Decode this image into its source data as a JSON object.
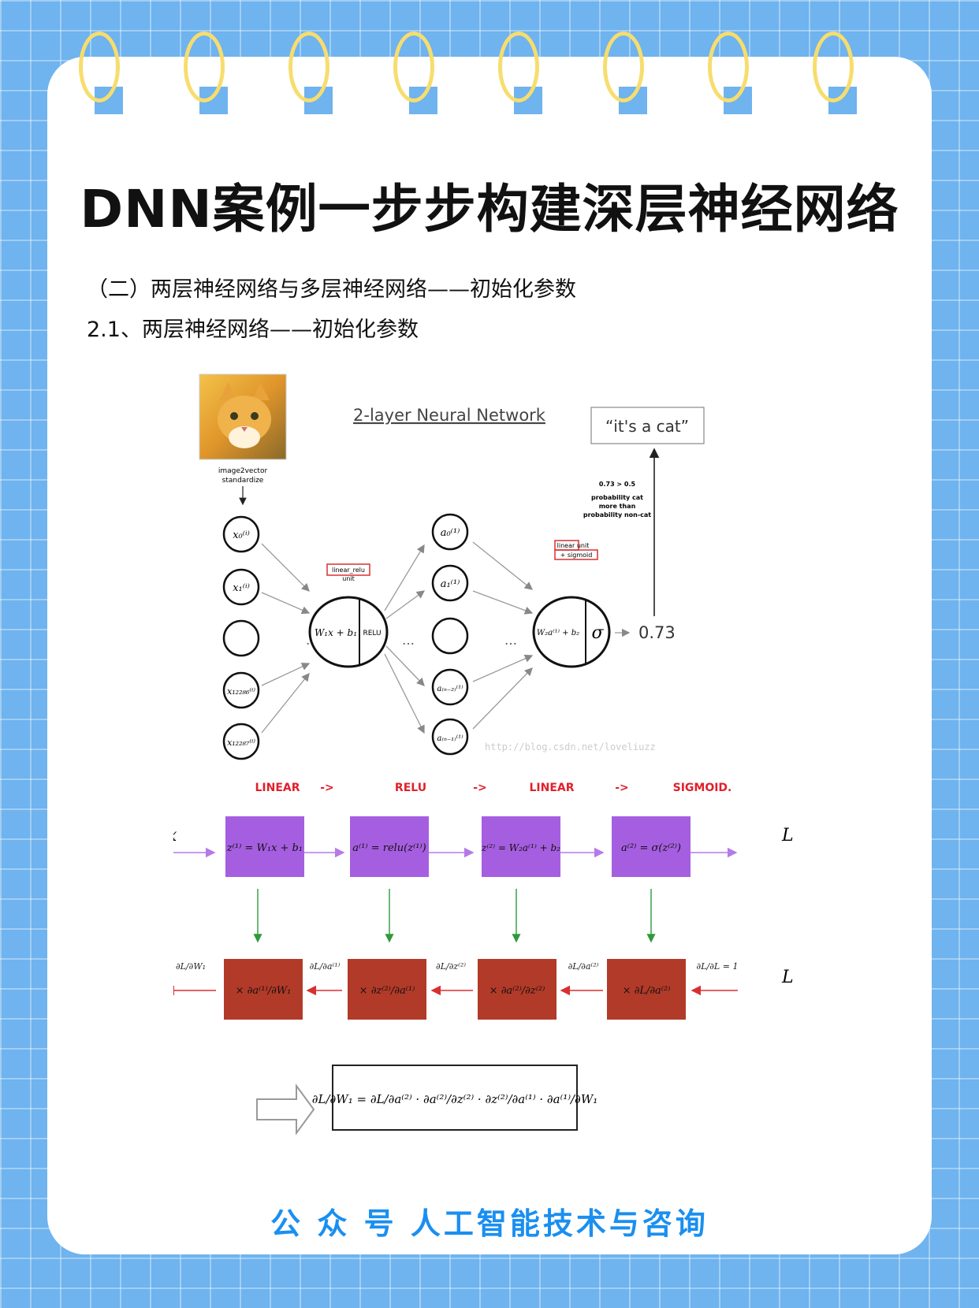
{
  "page": {
    "title": "DNN案例一步步构建深层神经网络",
    "subtitle": "（二）两层神经网络与多层神经网络——初始化参数",
    "subsection": "2.1、两层神经网络——初始化参数",
    "footer": "公 众 号   人工智能技术与咨询"
  },
  "network": {
    "heading": "2-layer Neural Network",
    "prep_label_1": "image2vector",
    "prep_label_2": "standardize",
    "linear_relu_tag_1": "linear_relu",
    "linear_relu_tag_2": "unit",
    "linear_unit_tag": "linear unit",
    "sigmoid_tag": "+ sigmoid",
    "hidden_formula": "W₁x + b₁",
    "relu": "RELU",
    "output_formula": "W₂a⁽¹⁾ + b₂",
    "sigma": "σ",
    "output_value": "0.73",
    "prediction": "“it's a cat”",
    "decision_1": "0.73 > 0.5",
    "decision_2": "probability cat",
    "decision_3": "more than",
    "decision_4": "probability non-cat",
    "watermark": "http://blog.csdn.net/loveliuzz",
    "ellipsis": "…",
    "inputs": [
      "x₀⁽ⁱ⁾",
      "x₁⁽ⁱ⁾",
      "",
      "x₁₂₂₈₆⁽ⁱ⁾",
      "x₁₂₂₈₇⁽ⁱ⁾"
    ],
    "hidden": [
      "a₀⁽¹⁾",
      "a₁⁽¹⁾",
      "",
      "a₍ₙ₋₂₎⁽¹⁾",
      "a₍ₙ₋₁₎⁽¹⁾"
    ]
  },
  "pipeline": {
    "stages": [
      "LINEAR",
      "RELU",
      "LINEAR",
      "SIGMOID."
    ],
    "arrow_text": "->",
    "input_label": "x",
    "loss_label": "L",
    "forward": [
      "z⁽¹⁾ = W₁x + b₁",
      "a⁽¹⁾ = relu(z⁽¹⁾)",
      "z⁽²⁾ = W₂a⁽¹⁾ + b₂",
      "a⁽²⁾ = σ(z⁽²⁾)"
    ],
    "backward": [
      "× ∂a⁽¹⁾/∂W₁",
      "× ∂z⁽²⁾/∂a⁽¹⁾",
      "× ∂a⁽²⁾/∂z⁽²⁾",
      "× ∂L/∂a⁽²⁾"
    ],
    "grads": [
      "∂L/∂W₁",
      "∂L/∂a⁽¹⁾",
      "∂L/∂z⁽²⁾",
      "∂L/∂a⁽²⁾",
      "∂L/∂L = 1"
    ],
    "colors": {
      "stage": "#e0202c",
      "forward": "#a65ee0",
      "backward": "#b23a28",
      "down": "#2e9a3a"
    }
  },
  "chain_rule": "∂L/∂W₁ = ∂L/∂a⁽²⁾ · ∂a⁽²⁾/∂z⁽²⁾ · ∂z⁽²⁾/∂a⁽¹⁾ · ∂a⁽¹⁾/∂W₁"
}
